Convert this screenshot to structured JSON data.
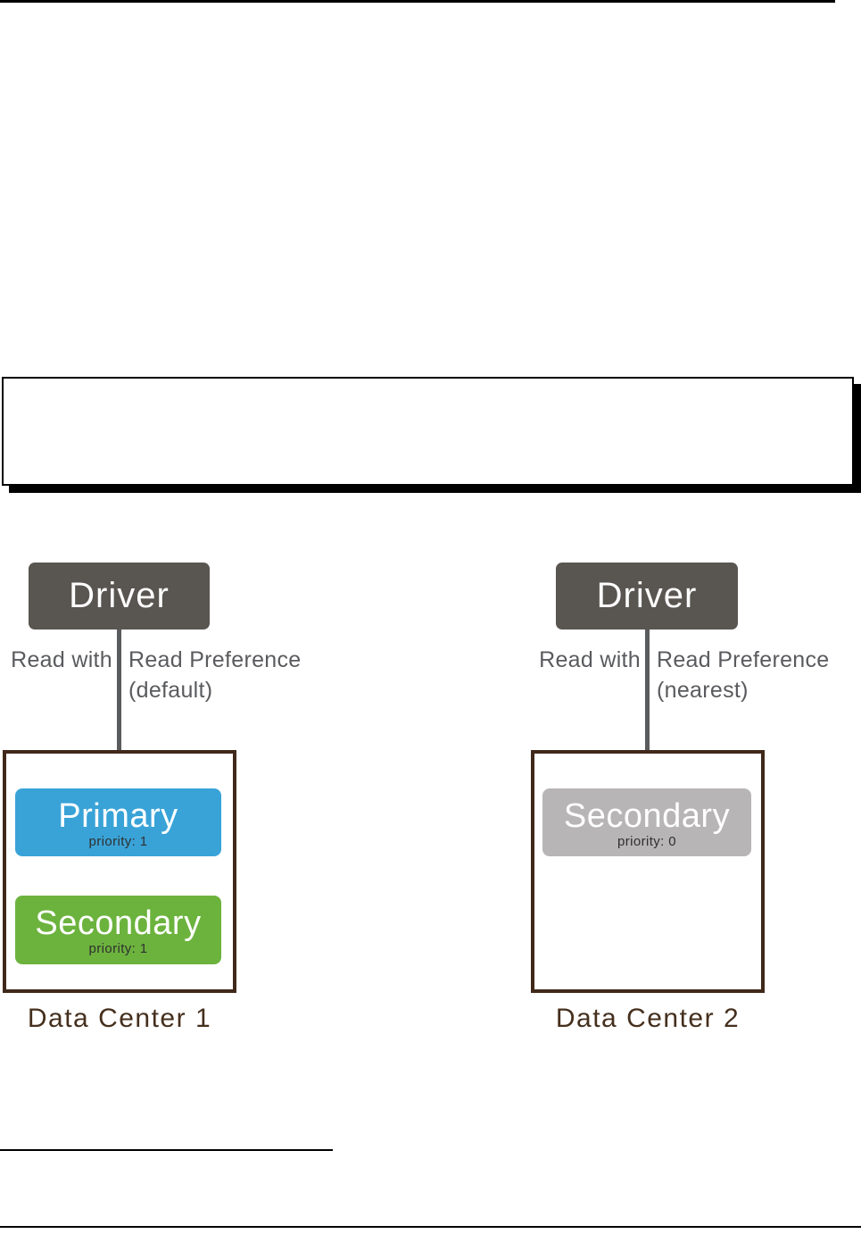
{
  "diagram": {
    "left": {
      "driver_label": "Driver",
      "read_with": "Read with",
      "read_preference": "Read Preference",
      "read_mode": "(default)",
      "nodes": [
        {
          "name": "Primary",
          "priority": "priority: 1",
          "color": "#39a3d8"
        },
        {
          "name": "Secondary",
          "priority": "priority: 1",
          "color": "#6cb33e"
        }
      ],
      "datacenter_label": "Data Center 1"
    },
    "right": {
      "driver_label": "Driver",
      "read_with": "Read with",
      "read_preference": "Read Preference",
      "read_mode": "(nearest)",
      "nodes": [
        {
          "name": "Secondary",
          "priority": "priority: 0",
          "color": "#b7b5b5"
        }
      ],
      "datacenter_label": "Data Center 2"
    },
    "colors": {
      "driver_box": "#595551",
      "primary_node": "#39a3d8",
      "secondary_node": "#6cb33e",
      "inactive_secondary_node": "#b7b5b5",
      "datacenter_border": "#40291a",
      "datacenter_label": "#452f1d",
      "connector": "#595b5d",
      "page_rule": "#000000"
    }
  }
}
